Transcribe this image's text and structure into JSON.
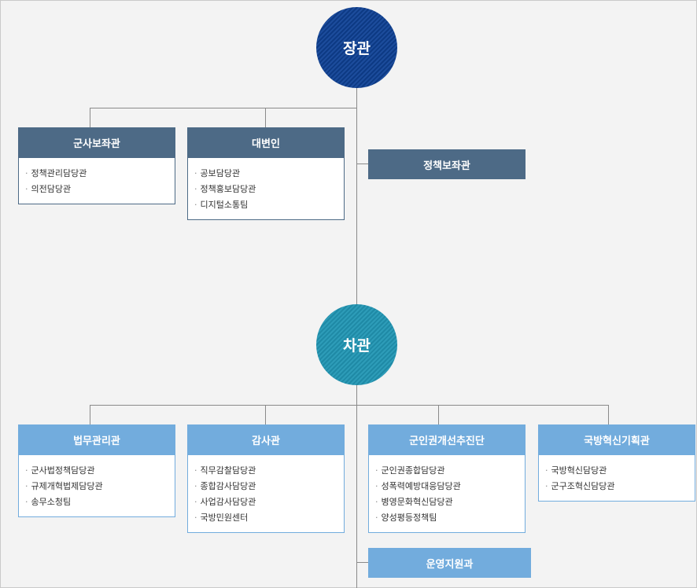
{
  "top_node": {
    "label": "장관"
  },
  "mid_node": {
    "label": "차관"
  },
  "minister_units": [
    {
      "title": "군사보좌관",
      "items": [
        "정책관리담당관",
        "의전담당관"
      ]
    },
    {
      "title": "대변인",
      "items": [
        "공보담당관",
        "정책홍보담당관",
        "디지털소통팀"
      ]
    }
  ],
  "minister_side": {
    "title": "정책보좌관"
  },
  "vice_units": [
    {
      "title": "법무관리관",
      "items": [
        "군사법정책담당관",
        "규제개혁법제담당관",
        "송무소청팀"
      ]
    },
    {
      "title": "감사관",
      "items": [
        "직무감찰담당관",
        "종합감사담당관",
        "사업감사담당관",
        "국방민원센터"
      ]
    },
    {
      "title": "군인권개선추진단",
      "items": [
        "군인권종합담당관",
        "성폭력예방대응담당관",
        "병영문화혁신담당관",
        "양성평등정책팀"
      ]
    },
    {
      "title": "국방혁신기획관",
      "items": [
        "국방혁신담당관",
        "군구조혁신담당관"
      ]
    }
  ],
  "vice_side": {
    "title": "운영지원과"
  },
  "colors": {
    "minister": "#0d3a84",
    "vice": "#1f8aa6",
    "dark_box": "#4d6a86",
    "light_box": "#72acdd"
  }
}
